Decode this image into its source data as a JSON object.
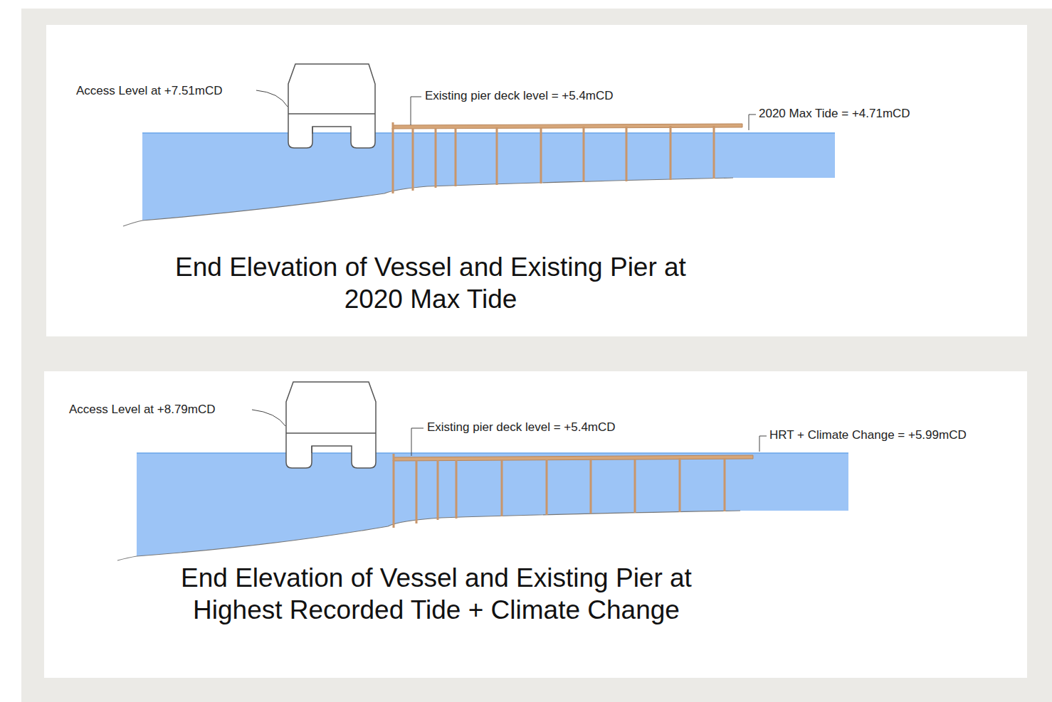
{
  "diagram": {
    "nodes": [
      {
        "text": [
          "End Elevation of Vessel and Existing Pier at 2020 Max Tide"
        ]
      },
      {
        "text": [
          "End Elevation of Vessel and Existing Pier at Highest Recorded Tide + Climate Change"
        ]
      }
    ],
    "labels": [
      "Access Level at +7.51mCD",
      "Existing pier deck level = +5.4mCD",
      "2020 Max Tide = +4.71mCD",
      "Access Level at +8.79mCD",
      "Existing pier deck level = +5.4mCD",
      "HRT + Climate Change = +5.99mCD"
    ]
  }
}
